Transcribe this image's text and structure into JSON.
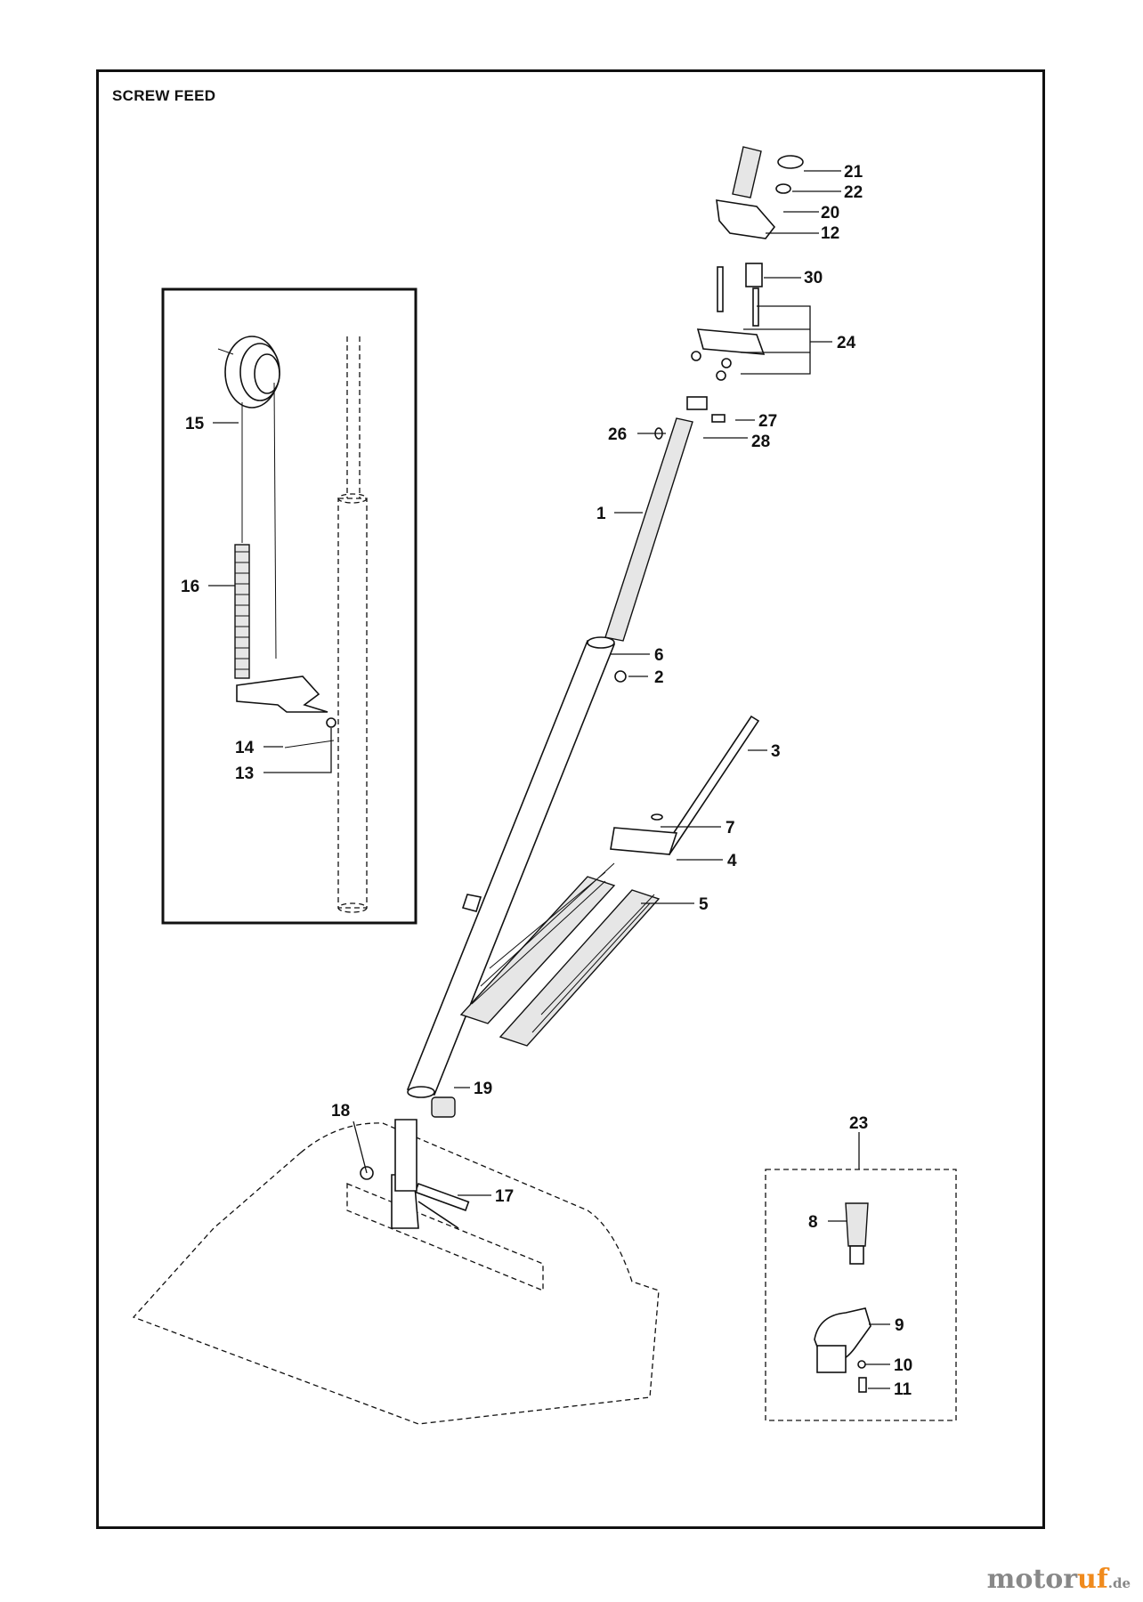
{
  "title": "SCREW FEED",
  "watermark": {
    "part1": "motor",
    "part2": "uf",
    "tld": ".de"
  },
  "callouts": [
    "21",
    "22",
    "20",
    "12",
    "30",
    "24",
    "27",
    "26",
    "28",
    "1",
    "6",
    "2",
    "3",
    "7",
    "4",
    "5",
    "19",
    "18",
    "17",
    "15",
    "16",
    "14",
    "13",
    "23",
    "8",
    "9",
    "10",
    "11"
  ],
  "colors": {
    "ink": "#111111",
    "watermark_grey": "#888888",
    "watermark_orange": "#f08a1c"
  }
}
